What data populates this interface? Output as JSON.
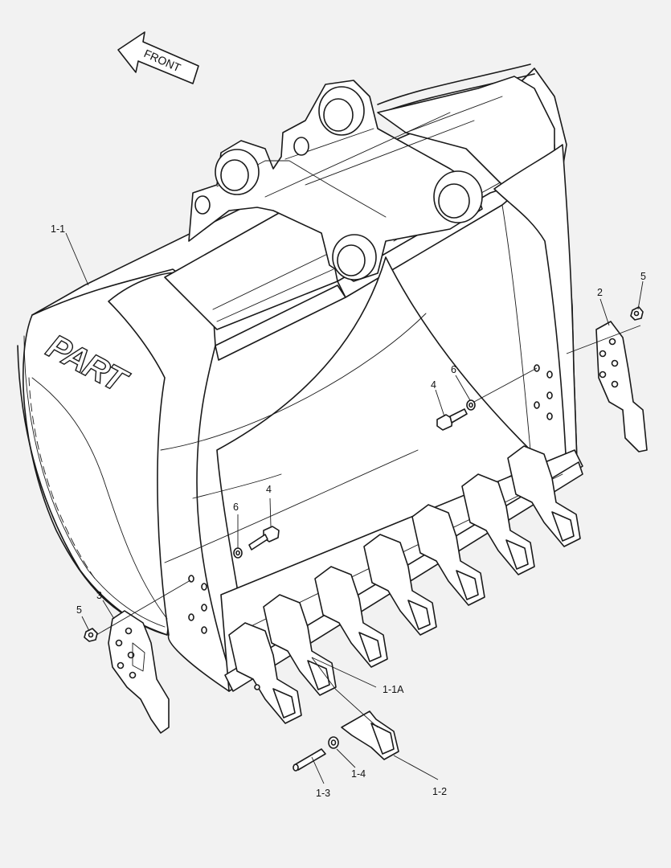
{
  "direction_indicator": {
    "label": "FRONT"
  },
  "logo": {
    "text": "PART"
  },
  "callouts": {
    "c_1_1": "1-1",
    "c_1_1a": "1-1A",
    "c_1_2": "1-2",
    "c_1_3": "1-3",
    "c_1_4": "1-4",
    "c_2": "2",
    "c_3": "3",
    "c_4_right": "4",
    "c_4_left": "4",
    "c_5_right": "5",
    "c_5_left": "5",
    "c_6_right": "6",
    "c_6_left": "6"
  }
}
